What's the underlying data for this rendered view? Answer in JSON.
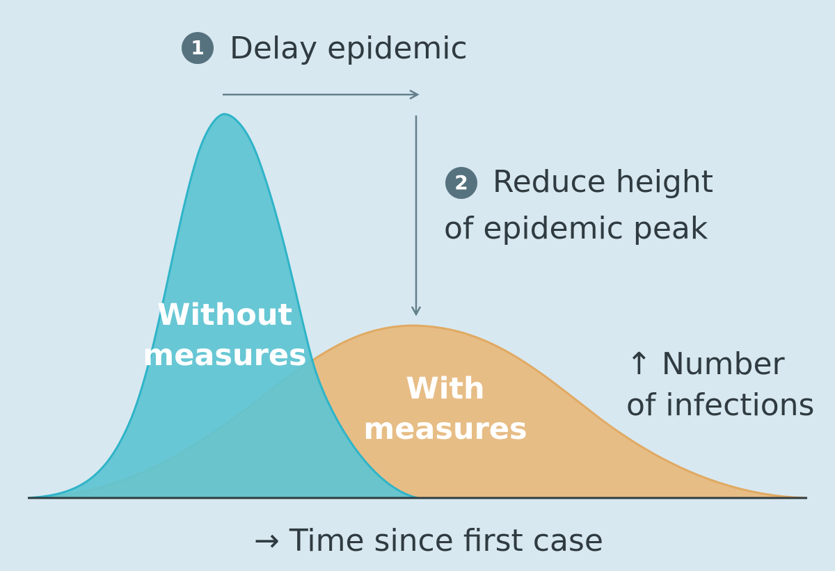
{
  "title": "",
  "steps": [
    {
      "number": "1",
      "text": "Delay epidemic"
    },
    {
      "number": "2",
      "text_line1": "Reduce height",
      "text_line2": "of epidemic peak"
    }
  ],
  "curves": {
    "without": {
      "line1": "Without",
      "line2": "measures",
      "fill": "#5fc4d2",
      "stroke": "#2fb4c8"
    },
    "with": {
      "line1": "With",
      "line2": "measures",
      "fill": "#e7bd86",
      "stroke": "#e0aa63"
    }
  },
  "axes": {
    "y_label_line1": "↑ Number",
    "y_label_line2": "of infections",
    "x_label": "→ Time since first case"
  },
  "colors": {
    "background": "#d8e8f0",
    "arrow": "#637f8c",
    "axis": "#2f3b40",
    "badge": "#56727f"
  }
}
